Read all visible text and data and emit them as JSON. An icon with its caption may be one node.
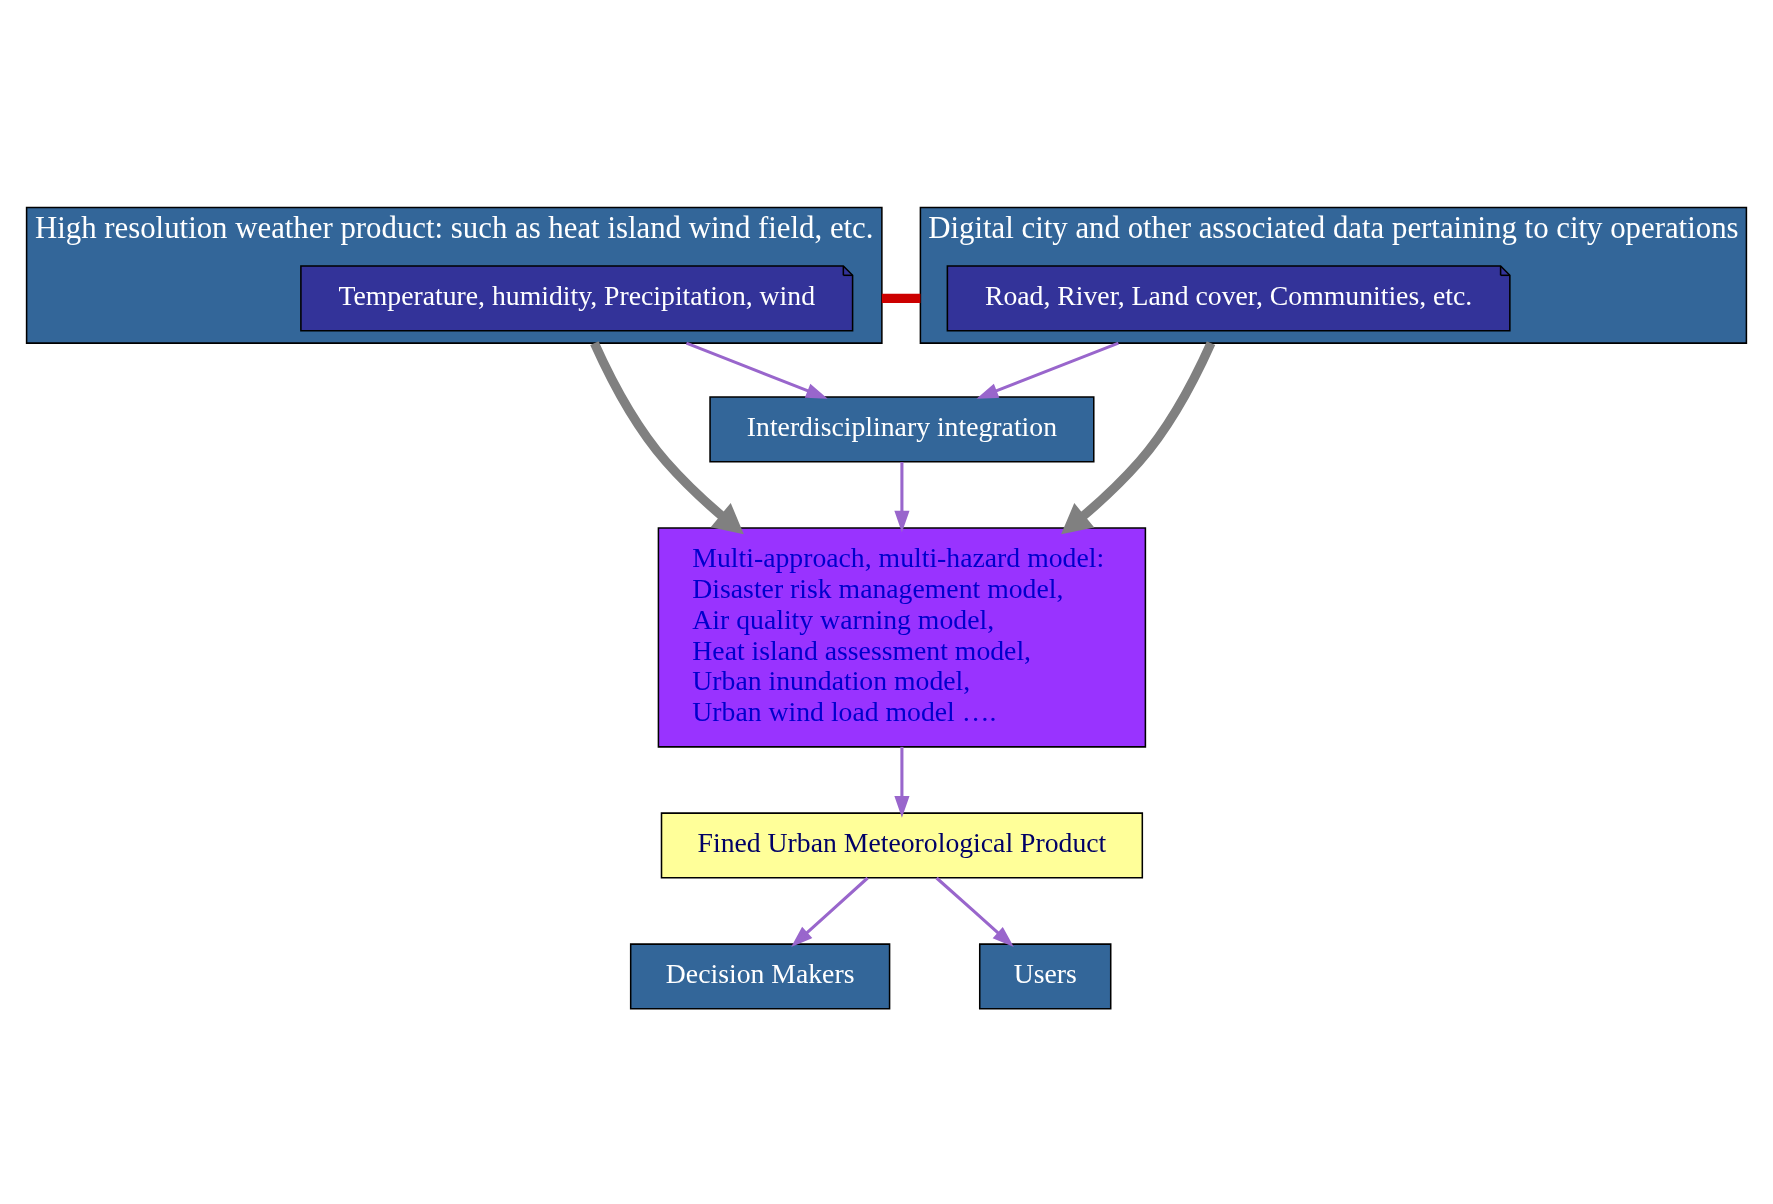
{
  "diagram": {
    "nodes": [
      {
        "text": [
          "High resolution weather product: such as heat island wind field, etc."
        ]
      },
      {
        "text": [
          "Temperature, humidity, Precipitation, wind"
        ],
        "in": 0
      },
      {
        "text": [
          "Digital city and other associated data pertaining to city operations"
        ]
      },
      {
        "text": [
          "Road, River, Land cover, Communities, etc."
        ],
        "in": 2
      },
      {
        "text": [
          "Interdisciplinary integration"
        ]
      },
      {
        "text": [
          "Multi-approach, multi-hazard model:",
          "Disaster risk management model,",
          "Air quality warning model,",
          "Heat island assessment model,",
          "Urban inundation model,",
          "Urban wind load model …."
        ]
      },
      {
        "text": [
          "Fined Urban Meteorological Product"
        ]
      },
      {
        "text": [
          "Decision Makers"
        ]
      },
      {
        "text": [
          "Users"
        ]
      }
    ],
    "edges": [
      {
        "from": 0,
        "to": 2,
        "arrow": "none",
        "style": "thick",
        "color": "#cc0000"
      },
      {
        "from": 0,
        "to": 4,
        "arrow": "to"
      },
      {
        "from": 2,
        "to": 4,
        "arrow": "to"
      },
      {
        "from": 0,
        "to": 5,
        "arrow": "to",
        "style": "thick",
        "color": "#808080"
      },
      {
        "from": 2,
        "to": 5,
        "arrow": "to",
        "style": "thick",
        "color": "#808080"
      },
      {
        "from": 4,
        "to": 5,
        "arrow": "to"
      },
      {
        "from": 5,
        "to": 6,
        "arrow": "to"
      },
      {
        "from": 6,
        "to": 7,
        "arrow": "to"
      },
      {
        "from": 6,
        "to": 8,
        "arrow": "to"
      }
    ]
  }
}
